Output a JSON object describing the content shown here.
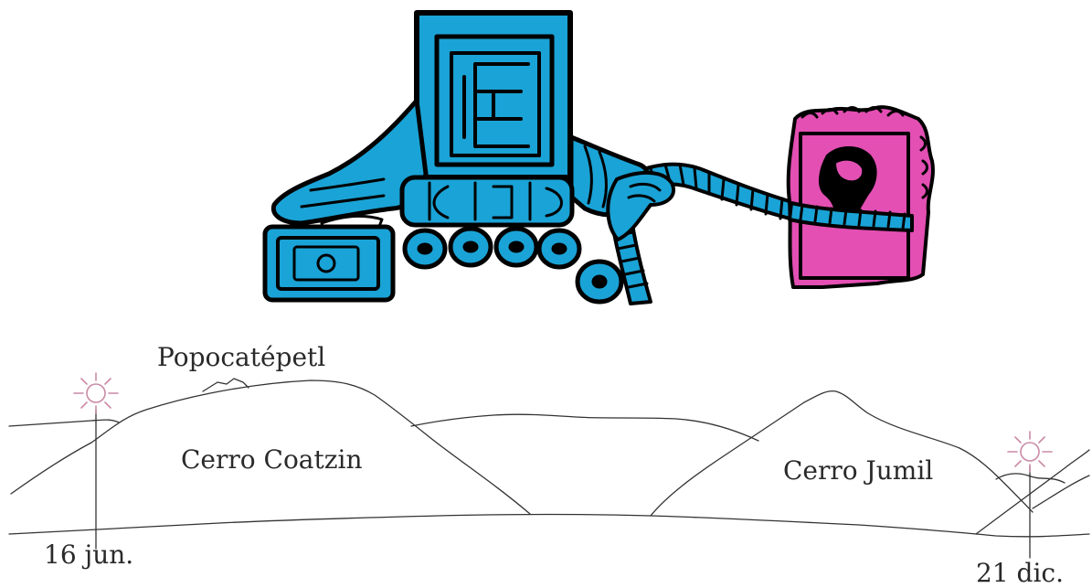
{
  "labels": {
    "peak": "Popocatépetl",
    "hill_left": "Cerro Coatzin",
    "hill_right": "Cerro Jumil",
    "date_left": "16 jun.",
    "date_right": "21 dic."
  },
  "colors": {
    "glyph_blue": "#1aa3d6",
    "glyph_pink": "#e34fb3",
    "sun": "#c98aa6",
    "line": "#333333",
    "text": "#2a2a2a"
  },
  "icons": {
    "glyph": "aztec-codex-glyph-icon",
    "sun": "sun-icon"
  }
}
